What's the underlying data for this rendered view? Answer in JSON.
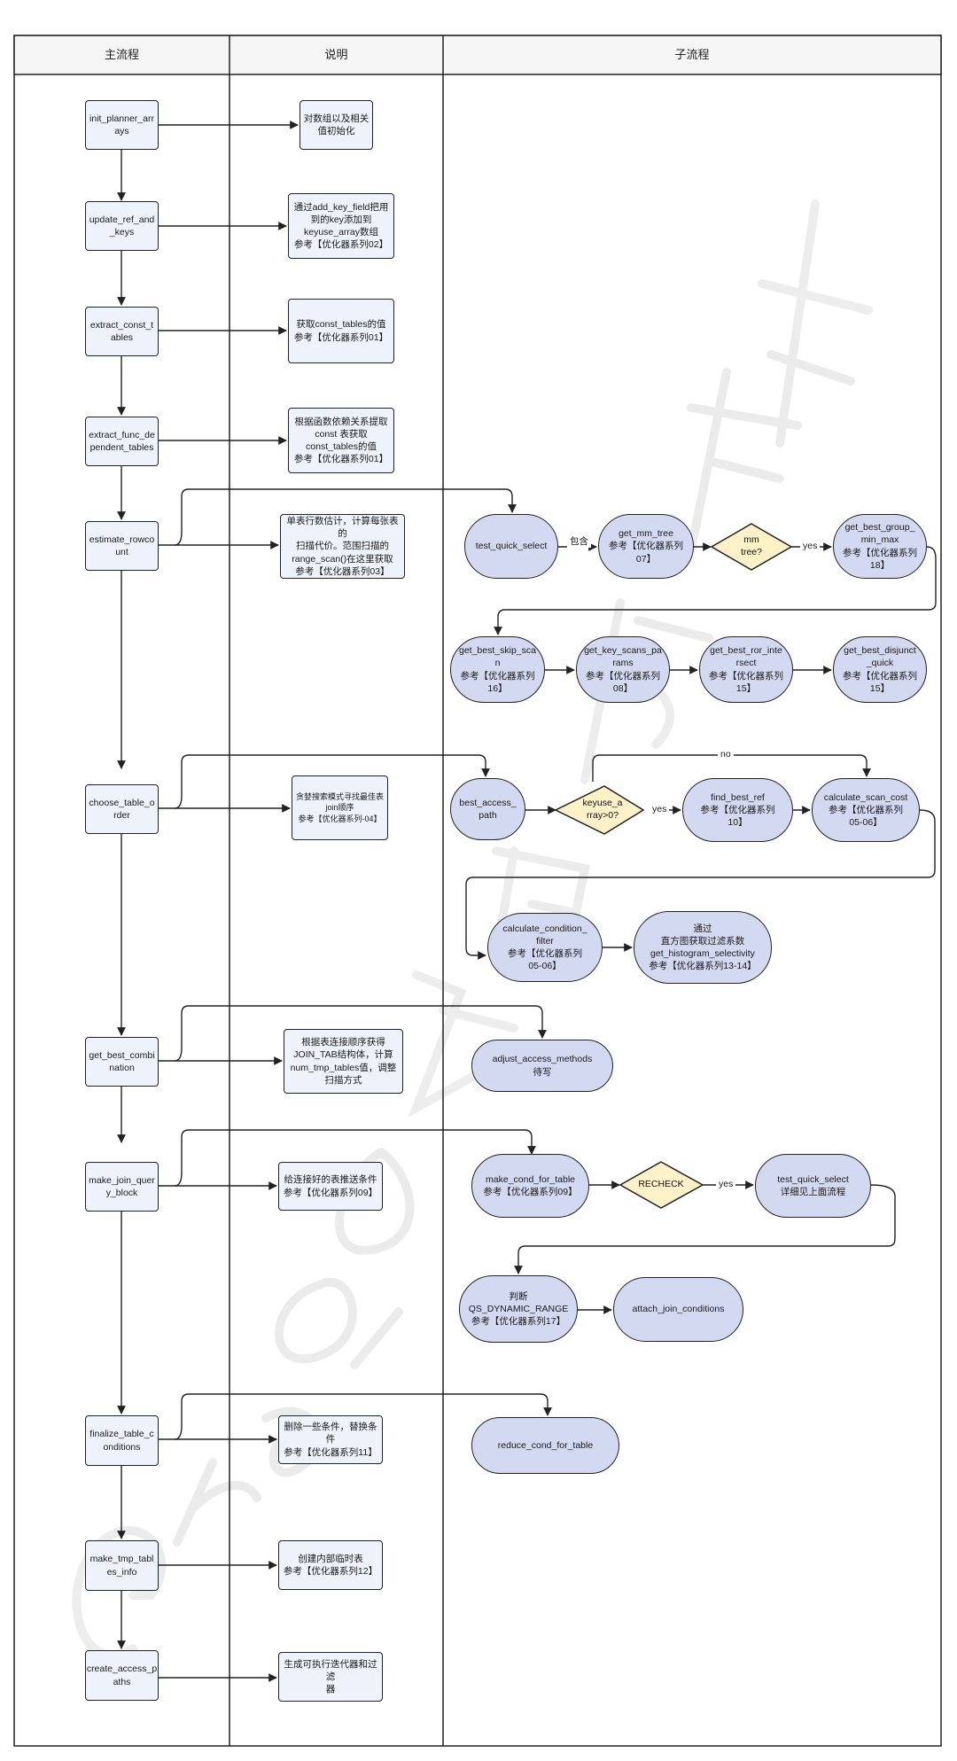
{
  "headers": {
    "main": "主流程",
    "explain": "说明",
    "sub": "子流程"
  },
  "main_steps": [
    "init_planner_arr\nays",
    "update_ref_and\n_keys",
    "extract_const_t\nables",
    "extract_func_de\npendent_tables",
    "estimate_rowco\nunt",
    "choose_table_o\nrder",
    "get_best_combi\nnation",
    "make_join_quer\ny_block",
    "finalize_table_c\nonditions",
    "make_tmp_tabl\nes_info",
    "create_access_p\naths"
  ],
  "notes": [
    "对数组以及相关\n值初始化",
    "通过add_key_field把用\n到的key添加到\nkeyuse_array数组\n参考【优化器系列02】",
    "获取const_tables的值\n参考【优化器系列01】",
    "根据函数依赖关系提取\nconst 表获取\nconst_tables的值\n参考【优化器系列01】",
    "单表行数估计，计算每张表的\n扫描代价。范围扫描的\nrange_scan()在这里获取\n参考【优化器系列03】",
    "贪婪搜索模式寻找最佳表\njoin顺序\n参考【优化器系列-04】",
    "根据表连接顺序获得\nJOIN_TAB结构体，计算\nnum_tmp_tables值，调整\n扫描方式",
    "给连接好的表推送条件\n参考【优化器系列09】",
    "删除一些条件，替换条件\n参考【优化器系列11】",
    "创建内部临时表\n参考【优化器系列12】",
    "生成可执行迭代器和过滤\n器"
  ],
  "sub": {
    "test_quick_select": "test_quick_select",
    "include_label": "包含",
    "get_mm_tree": "get_mm_tree\n参考【优化器系列\n07】",
    "mm_tree": "mm\ntree?",
    "yes": "yes",
    "no": "no",
    "get_best_group_min_max": "get_best_group_\nmin_max\n参考【优化器系列\n18】",
    "get_best_skip_scan": "get_best_skip_sca\nn\n参考【优化器系列\n16】",
    "get_key_scans_params": "get_key_scans_pa\nrams\n参考【优化器系列\n08】",
    "get_best_ror_intersect": "get_best_ror_inte\nrsect\n参考【优化器系列\n15】",
    "get_best_disjunct_quick": "get_best_disjunct\n_quick\n参考【优化器系列\n15】",
    "best_access_path": "best_access_\npath",
    "keyuse_array": "keyuse_a\nrray>0?",
    "find_best_ref": "find_best_ref\n参考【优化器系列\n10】",
    "calculate_scan_cost": "calculate_scan_cost\n参考【优化器系列\n05-06】",
    "calculate_condition_filter": "calculate_condition_\nfilter\n参考【优化器系列\n05-06】",
    "histogram": "通过\n直方图获取过滤系数\nget_histogram_selectivity\n参考【优化器系列13-14】",
    "adjust_access_methods": "adjust_access_methods\n待写",
    "make_cond_for_table": "make_cond_for_table\n参考【优化器系列09】",
    "recheck": "RECHECK",
    "test_quick_select_2": "test_quick_select\n详细见上面流程",
    "qs_dynamic_range": "判断\nQS_DYNAMIC_RANGE\n参考【优化器系列17】",
    "attach_join_conditions": "attach_join_conditions",
    "reduce_cond_for_table": "reduce_cond_for_table"
  },
  "colors": {
    "process_fill": "#d3d9f1",
    "box_fill": "#eef3fb",
    "decision_fill": "#fdf1c7",
    "line": "#222222"
  },
  "watermark": "GreatSQL社区优化器系列"
}
